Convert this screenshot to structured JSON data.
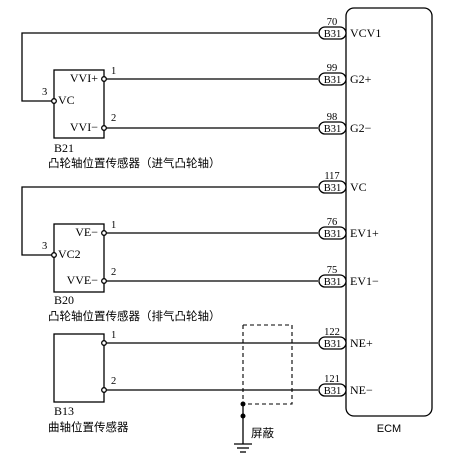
{
  "ecm": {
    "label": "ECM",
    "pins": [
      {
        "connector": "B31",
        "number": "70",
        "name": "VCV1"
      },
      {
        "connector": "B31",
        "number": "99",
        "name": "G2+"
      },
      {
        "connector": "B31",
        "number": "98",
        "name": "G2−"
      },
      {
        "connector": "B31",
        "number": "117",
        "name": "VC"
      },
      {
        "connector": "B31",
        "number": "76",
        "name": "EV1+"
      },
      {
        "connector": "B31",
        "number": "75",
        "name": "EV1−"
      },
      {
        "connector": "B31",
        "number": "122",
        "name": "NE+"
      },
      {
        "connector": "B31",
        "number": "121",
        "name": "NE−"
      }
    ]
  },
  "sensors": [
    {
      "id": "B21",
      "description": "凸轮轴位置传感器（进气凸轮轴）",
      "terminals": [
        {
          "pin": "1",
          "name": "VVI+"
        },
        {
          "pin": "2",
          "name": "VVI−"
        },
        {
          "pin": "3",
          "name": "VC"
        }
      ]
    },
    {
      "id": "B20",
      "description": "凸轮轴位置传感器（排气凸轮轴）",
      "terminals": [
        {
          "pin": "1",
          "name": "VE−"
        },
        {
          "pin": "2",
          "name": "VVE−"
        },
        {
          "pin": "3",
          "name": "VC2"
        }
      ]
    },
    {
      "id": "B13",
      "description": "曲轴位置传感器",
      "terminals": [
        {
          "pin": "1",
          "name": ""
        },
        {
          "pin": "2",
          "name": ""
        }
      ]
    }
  ],
  "shield": {
    "label": "屏蔽"
  }
}
